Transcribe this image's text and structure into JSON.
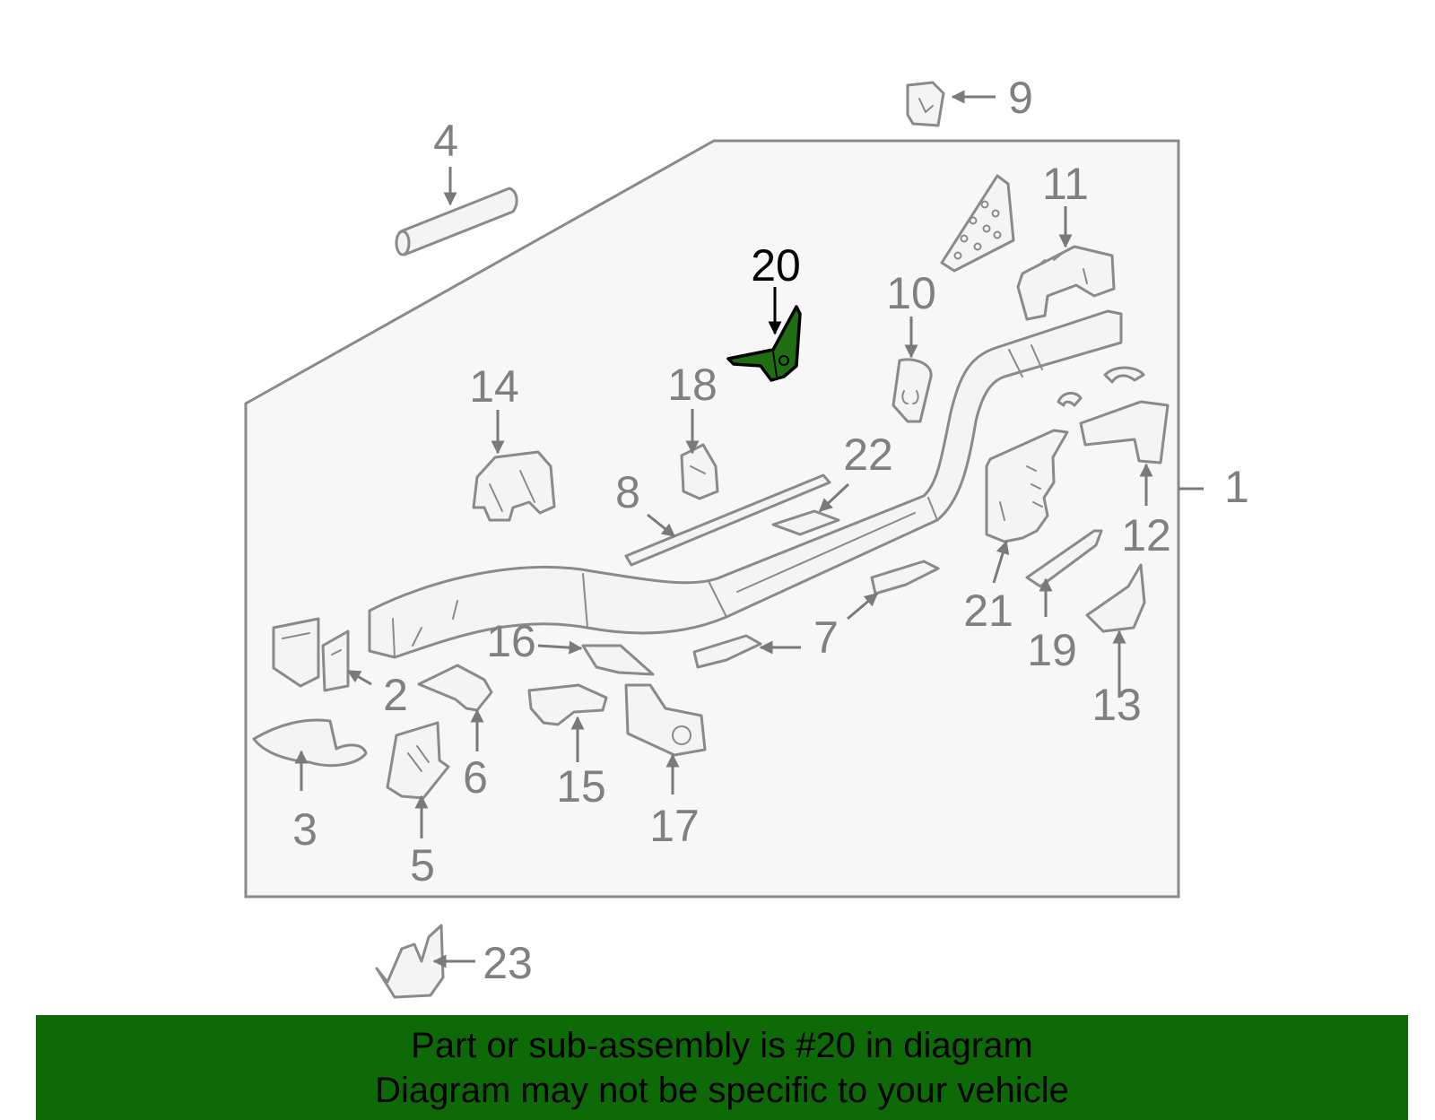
{
  "colors": {
    "highlight_fill": "#1f6f12",
    "banner_bg": "#0e6a06",
    "part_stroke": "#8a8a8a",
    "label_gray": "#808080",
    "label_highlight": "#000000"
  },
  "highlighted_part": "20",
  "callouts": {
    "c1": "1",
    "c2": "2",
    "c3": "3",
    "c4": "4",
    "c5": "5",
    "c6": "6",
    "c7": "7",
    "c8": "8",
    "c9": "9",
    "c10": "10",
    "c11": "11",
    "c12": "12",
    "c13": "13",
    "c14": "14",
    "c15": "15",
    "c16": "16",
    "c17": "17",
    "c18": "18",
    "c19": "19",
    "c20": "20",
    "c21": "21",
    "c22": "22",
    "c23": "23"
  },
  "banner": {
    "line1": "Part or sub-assembly is #20 in diagram",
    "line2": "Diagram may not be specific to your vehicle"
  }
}
